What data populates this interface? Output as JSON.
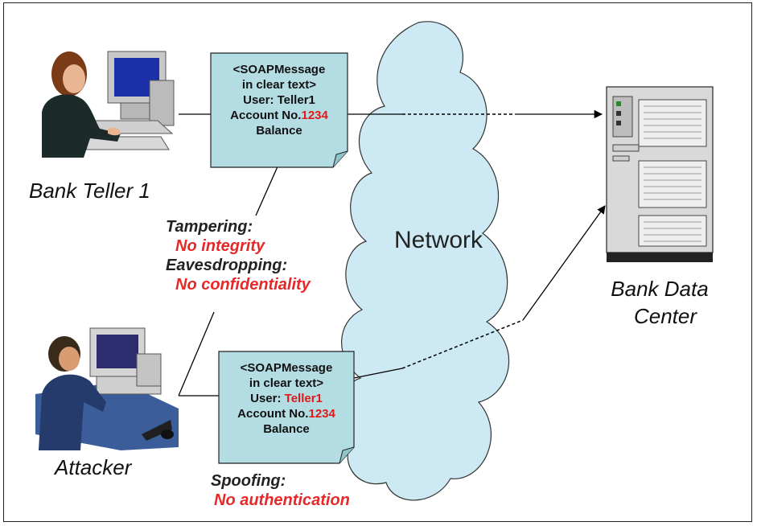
{
  "teller": {
    "label": "Bank Teller 1"
  },
  "attacker": {
    "label": "Attacker"
  },
  "datacenter": {
    "label_line1": "Bank Data",
    "label_line2": "Center"
  },
  "network": {
    "label": "Network"
  },
  "message_top": {
    "line1": "<SOAPMessage",
    "line2": "in clear text>",
    "line3": "User: Teller1",
    "line4_prefix": "Account No.",
    "line4_num": "1234",
    "line5": "Balance"
  },
  "message_bottom": {
    "line1": "<SOAPMessage",
    "line2": "in clear text>",
    "line3_prefix": "User: ",
    "line3_user": "Teller1",
    "line4_prefix": "Account No.",
    "line4_num": "1234",
    "line5": "Balance"
  },
  "threats": {
    "tampering_title": "Tampering:",
    "tampering_desc_no": "No",
    "tampering_desc_rest": " integrity",
    "eaves_title": "Eavesdropping:",
    "eaves_desc": "No confidentiality",
    "spoof_title": "Spoofing:",
    "spoof_desc": "No authentication"
  },
  "colors": {
    "cloud": "#cdeaf4",
    "note": "#b4dde3",
    "threat_red": "#e82828",
    "number_red": "#e01818"
  }
}
